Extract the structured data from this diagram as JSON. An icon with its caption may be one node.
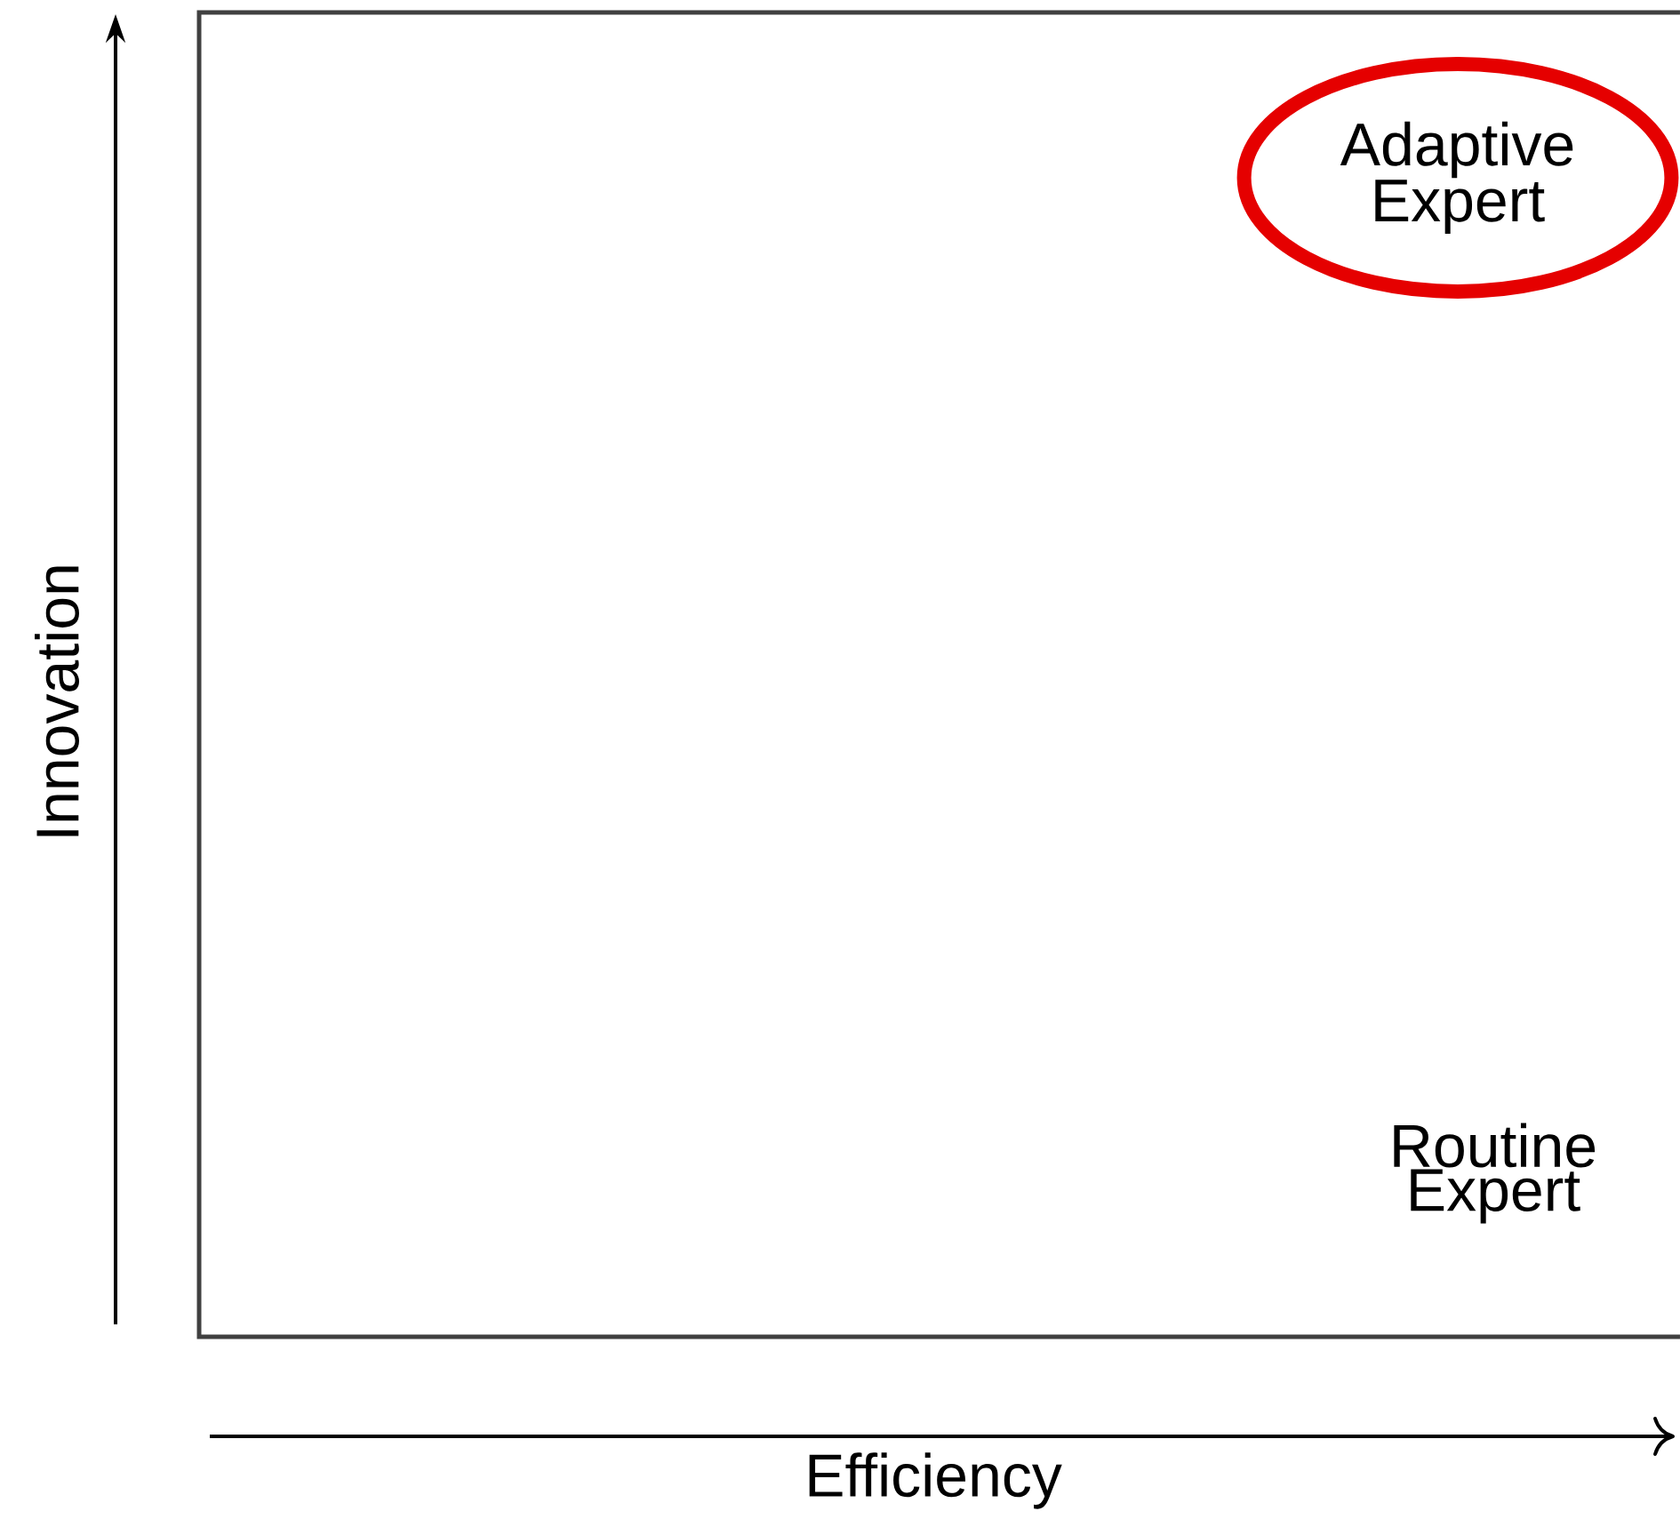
{
  "diagram": {
    "nodes": [
      {
        "text": [
          "Adaptive Expert"
        ]
      }
    ],
    "labels": [
      "Innovation",
      "Routine Expert",
      "Efficiency"
    ]
  }
}
